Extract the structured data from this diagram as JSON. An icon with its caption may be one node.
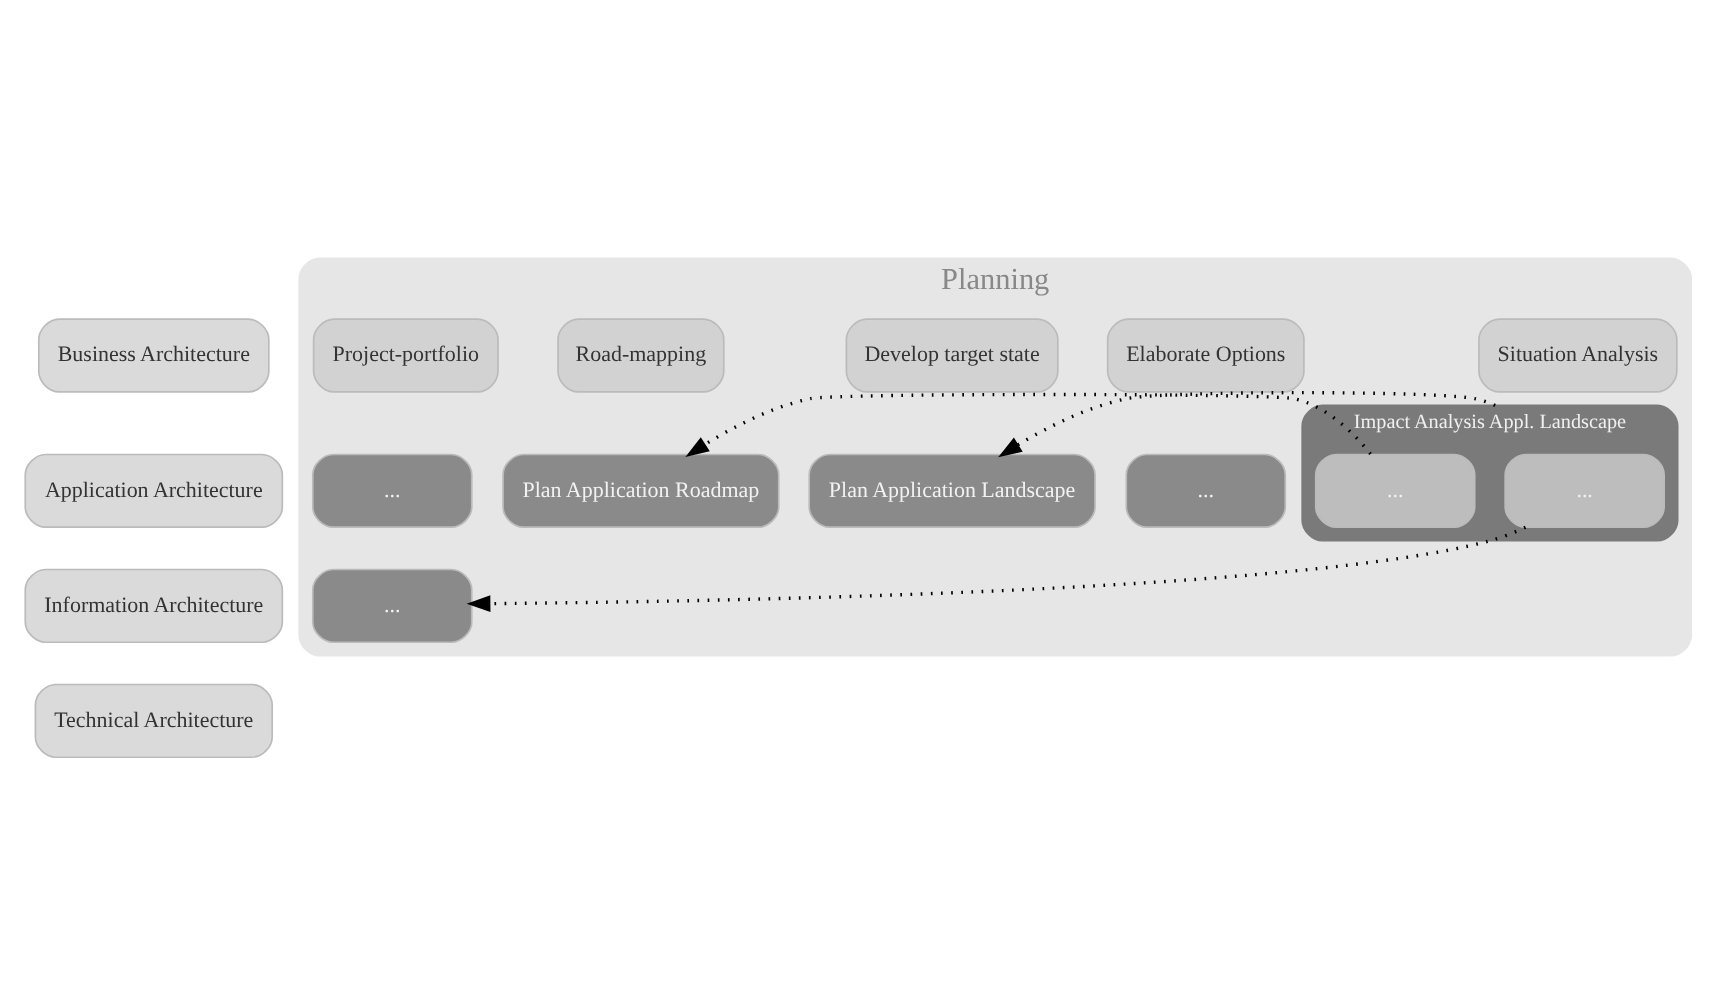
{
  "diagram": {
    "nodes": [
      {
        "text": [
          "Planning"
        ]
      },
      {
        "text": [
          "Situation Analysis"
        ],
        "in": 0
      },
      {
        "text": [
          "Elaborate Options"
        ],
        "in": 0
      },
      {
        "text": [
          "Develop target state"
        ],
        "in": 0
      },
      {
        "text": [
          "Road-mapping"
        ],
        "in": 0
      },
      {
        "text": [
          "Project-portfolio"
        ],
        "in": 0
      },
      {
        "text": [
          "Business Architecture"
        ]
      },
      {
        "text": [
          "Application Architecture"
        ]
      },
      {
        "text": [
          "Information Architecture"
        ]
      },
      {
        "text": [
          "Technical Architecture"
        ]
      },
      {
        "text": [
          "Impact Analysis Appl. Landscape"
        ],
        "in": 0
      },
      {
        "text": [
          "..."
        ],
        "in": 10
      },
      {
        "text": [
          "..."
        ],
        "in": 10
      },
      {
        "text": [
          "..."
        ],
        "in": 0
      },
      {
        "text": [
          "Plan Application Landscape"
        ],
        "in": 0
      },
      {
        "text": [
          "Plan Application Roadmap"
        ],
        "in": 0
      },
      {
        "text": [
          "..."
        ],
        "in": 0
      },
      {
        "text": [
          "..."
        ],
        "in": 0
      }
    ],
    "edges": [
      {
        "from": 11,
        "to": 17,
        "arrow": "to",
        "style": "dashed"
      },
      {
        "from": 10,
        "to": 14,
        "arrow": "to",
        "style": "dashed"
      },
      {
        "from": 12,
        "to": 15,
        "arrow": "to",
        "style": "dashed"
      }
    ]
  }
}
